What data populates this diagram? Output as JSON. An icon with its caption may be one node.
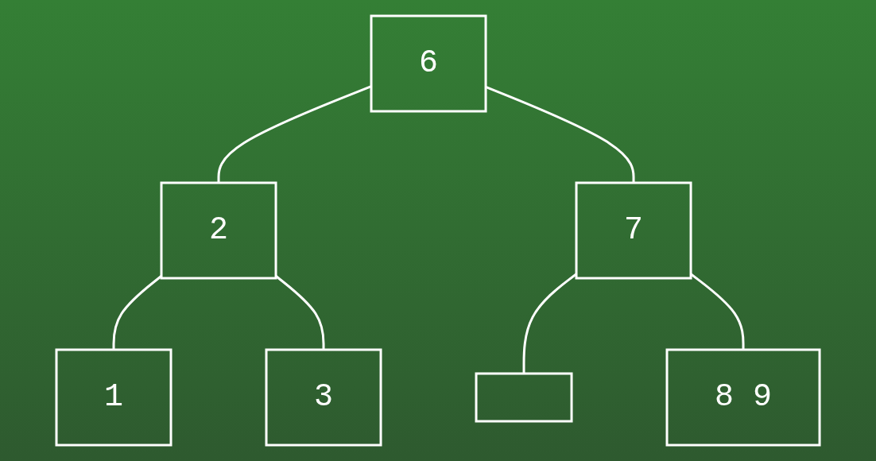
{
  "diagram": {
    "nodes": [
      {
        "text": [
          "6"
        ]
      },
      {
        "text": [
          "2"
        ]
      },
      {
        "text": [
          "7"
        ]
      },
      {
        "text": [
          "1"
        ]
      },
      {
        "text": [
          "3"
        ]
      },
      {
        "text": [],
        "shape": "box"
      },
      {
        "text": [
          "8 9"
        ]
      }
    ],
    "edges": [
      {
        "from": 0,
        "to": 1,
        "arrow": "none"
      },
      {
        "from": 0,
        "to": 2,
        "arrow": "none"
      },
      {
        "from": 1,
        "to": 3,
        "arrow": "none"
      },
      {
        "from": 1,
        "to": 4,
        "arrow": "none"
      },
      {
        "from": 2,
        "to": 5,
        "arrow": "none"
      },
      {
        "from": 2,
        "to": 6,
        "arrow": "none"
      }
    ]
  }
}
